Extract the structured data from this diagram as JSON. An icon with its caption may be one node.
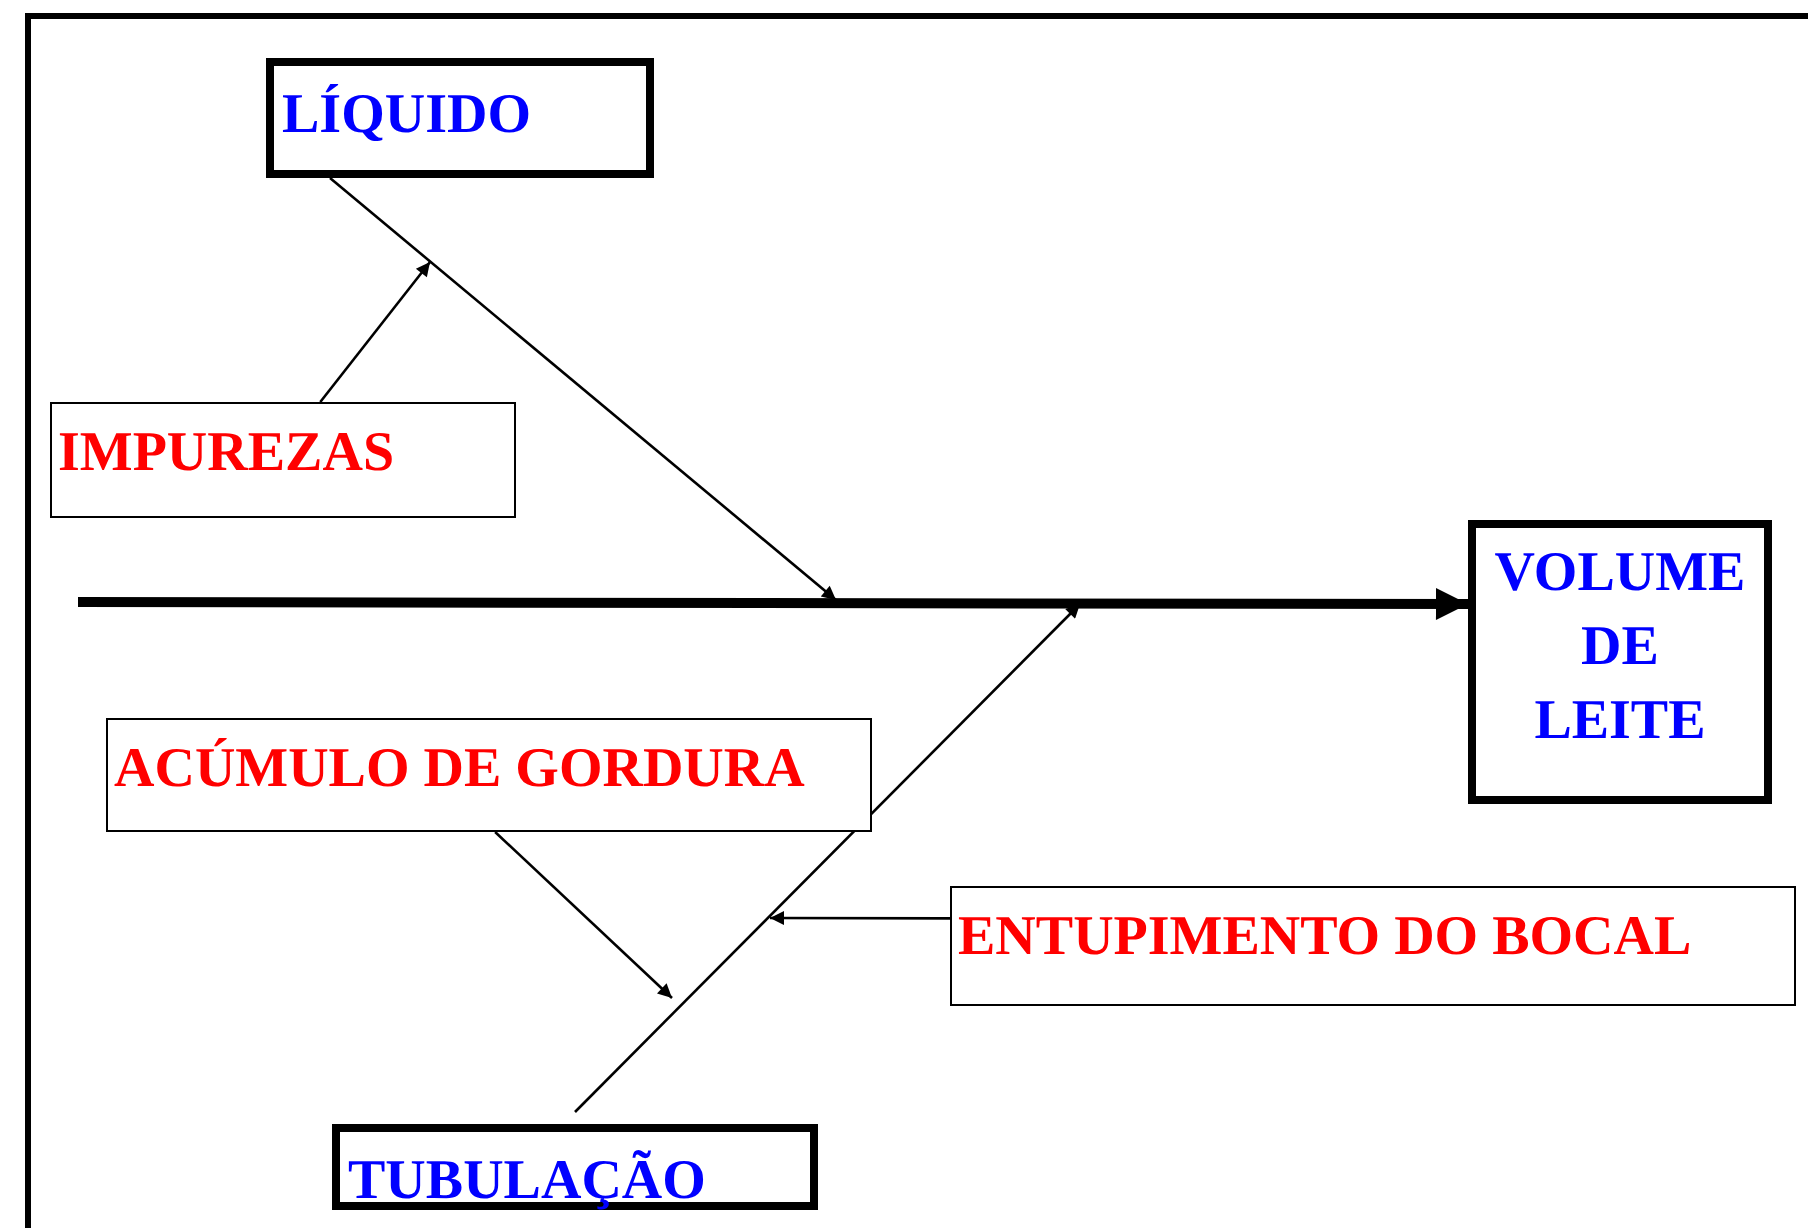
{
  "diagram": {
    "nodes": [
      {
        "text": [
          "LÍQUIDO"
        ]
      },
      {
        "text": [
          "IMPUREZAS"
        ]
      },
      {
        "text": [
          "VOLUME DE LEITE"
        ]
      },
      {
        "text": [
          "ACÚMULO DE GORDURA"
        ]
      },
      {
        "text": [
          "ENTUPIMENTO DO BOCAL"
        ]
      },
      {
        "text": [
          "TUBULAÇÃO"
        ]
      }
    ],
    "edges": [
      {
        "from": null,
        "to": 2,
        "arrow": "to",
        "style": "thick"
      },
      {
        "from": 0,
        "to": null,
        "arrow": "to"
      },
      {
        "from": 1,
        "to": null,
        "arrow": "to"
      },
      {
        "from": 5,
        "to": null,
        "arrow": "to"
      },
      {
        "from": 3,
        "to": null,
        "arrow": "to"
      },
      {
        "from": 4,
        "to": null,
        "arrow": "to"
      }
    ]
  }
}
